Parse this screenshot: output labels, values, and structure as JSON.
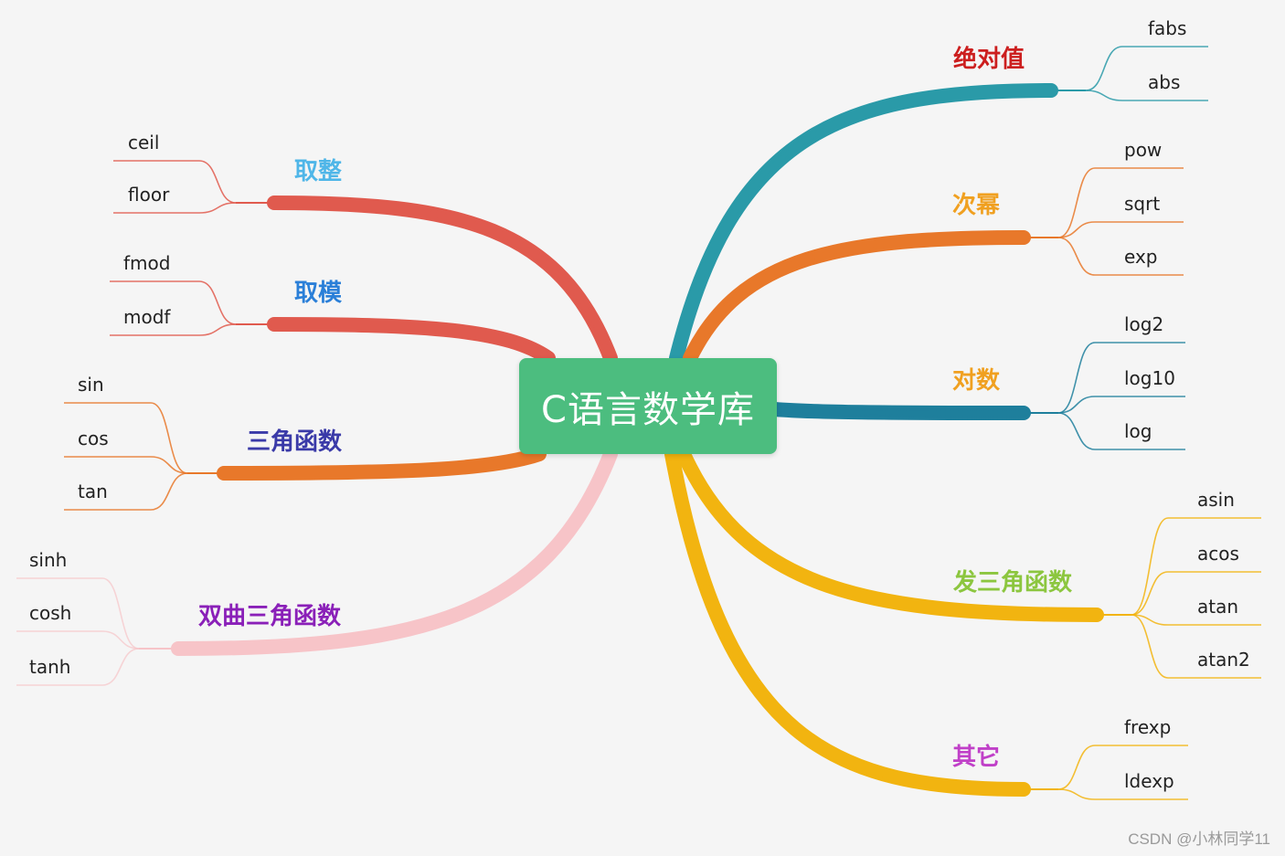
{
  "root": {
    "label": "C语言数学库",
    "color": "#4cbd7f"
  },
  "branches": [
    {
      "id": "abs",
      "label": "绝对值",
      "color": "#cc1f1f",
      "line": "#2a9aa8",
      "leaves": [
        "fabs",
        "abs"
      ]
    },
    {
      "id": "pow",
      "label": "次幂",
      "color": "#f0a020",
      "line": "#e8782a",
      "leaves": [
        "pow",
        "sqrt",
        "exp"
      ]
    },
    {
      "id": "log",
      "label": "对数",
      "color": "#f0a020",
      "line": "#1e7f9c",
      "leaves": [
        "log2",
        "log10",
        "log"
      ]
    },
    {
      "id": "atrig",
      "label": "发三角函数",
      "color": "#8cc63f",
      "line": "#f2b410",
      "leaves": [
        "asin",
        "acos",
        "atan",
        "atan2"
      ]
    },
    {
      "id": "other",
      "label": "其它",
      "color": "#c040c8",
      "line": "#f2b410",
      "leaves": [
        "frexp",
        "ldexp"
      ]
    },
    {
      "id": "round",
      "label": "取整",
      "color": "#4fb6e8",
      "line": "#e05a4e",
      "leaves": [
        "ceil",
        "floor"
      ]
    },
    {
      "id": "mod",
      "label": "取模",
      "color": "#2a7fd8",
      "line": "#e05a4e",
      "leaves": [
        "fmod",
        "modf"
      ]
    },
    {
      "id": "trig",
      "label": "三角函数",
      "color": "#3a3aa8",
      "line": "#e8782a",
      "leaves": [
        "sin",
        "cos",
        "tan"
      ]
    },
    {
      "id": "hyp",
      "label": "双曲三角函数",
      "color": "#8a20b8",
      "line": "#f7c4c8",
      "leaves": [
        "sinh",
        "cosh",
        "tanh"
      ]
    }
  ],
  "watermark": "CSDN @小林同学11"
}
